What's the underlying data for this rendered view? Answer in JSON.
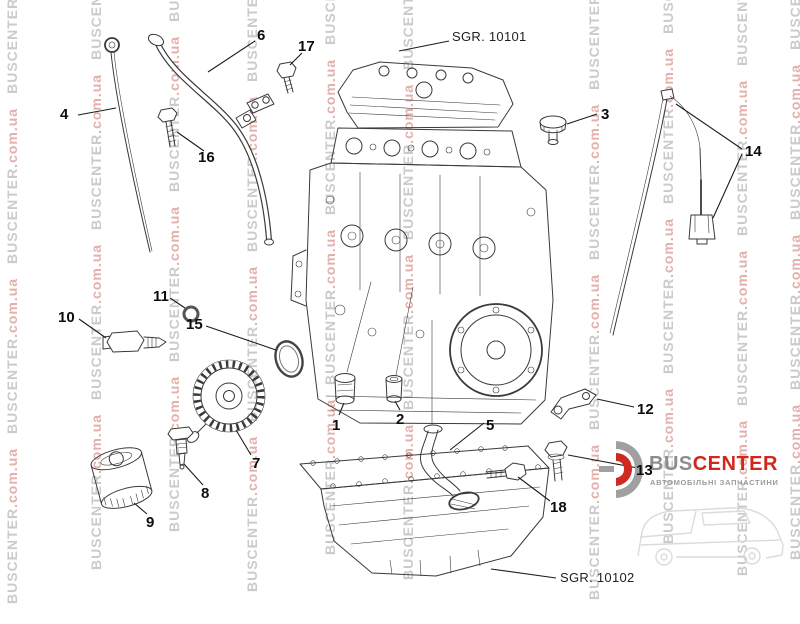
{
  "watermark": {
    "brand": "BUSCENTER",
    "domain": ".com.ua"
  },
  "diagram": {
    "sgr_top": "SGR. 10101",
    "sgr_bottom": "SGR. 10102",
    "callouts": [
      {
        "n": "1"
      },
      {
        "n": "2"
      },
      {
        "n": "3"
      },
      {
        "n": "4"
      },
      {
        "n": "5"
      },
      {
        "n": "6"
      },
      {
        "n": "7"
      },
      {
        "n": "8"
      },
      {
        "n": "9"
      },
      {
        "n": "10"
      },
      {
        "n": "11"
      },
      {
        "n": "12"
      },
      {
        "n": "13"
      },
      {
        "n": "14"
      },
      {
        "n": "15"
      },
      {
        "n": "16"
      },
      {
        "n": "17"
      },
      {
        "n": "18"
      }
    ]
  },
  "logo": {
    "brand_gray": "BUS",
    "brand_red": "CENTER",
    "subtitle": "АВТОМОБІЛЬНІ ЗАПЧАСТИНИ"
  },
  "colors": {
    "background": "#ffffff",
    "line_art": "#3a3a3a",
    "callout_text": "#0d0d0d",
    "watermark_gray": "#cbcbcb",
    "watermark_red": "#e3b0ab",
    "logo_gray": "#8d8d8d",
    "logo_red": "#d2281c"
  }
}
